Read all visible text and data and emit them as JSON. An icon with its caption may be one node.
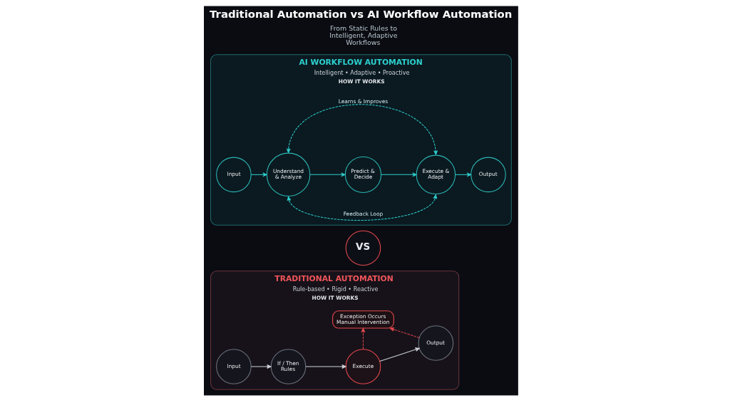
{
  "diagram": {
    "title": "Traditional Automation vs AI Workflow Automation",
    "nodes": [
      {
        "text": [
          "TRADITIONAL AUTOMATION",
          "Rule-based • Rigid • Reactive",
          "HOW IT WORKS"
        ]
      },
      {
        "text": [
          "Input"
        ],
        "in": 0
      },
      {
        "text": [
          "If / Then Rules"
        ],
        "in": 0
      },
      {
        "text": [
          "Execute"
        ],
        "in": 0
      },
      {
        "text": [
          "Output"
        ],
        "in": 0
      },
      {
        "text": [
          "Exception Occurs",
          "Manual Intervention"
        ],
        "in": 0
      },
      {
        "text": [
          "VS"
        ]
      },
      {
        "text": [
          "AI WORKFLOW AUTOMATION",
          "Intelligent • Adaptive • Proactive",
          "HOW IT WORKS"
        ]
      },
      {
        "text": [
          "Input"
        ],
        "in": 7
      },
      {
        "text": [
          "Understand & Analyze"
        ],
        "in": 7
      },
      {
        "text": [
          "Predict & Decide"
        ],
        "in": 7
      },
      {
        "text": [
          "Execute & Adapt"
        ],
        "in": 7
      },
      {
        "text": [
          "Output"
        ],
        "in": 7
      }
    ],
    "edges": [
      {
        "from": 1,
        "to": 2,
        "arrow": "to",
        "color": "#cfd3da"
      },
      {
        "from": 2,
        "to": 3,
        "arrow": "to",
        "color": "#cfd3da"
      },
      {
        "from": 3,
        "to": 4,
        "arrow": "to",
        "color": "#cfd3da"
      },
      {
        "from": 3,
        "to": 5,
        "arrow": "to",
        "style": "dashed",
        "color": "#e5484d"
      },
      {
        "from": 4,
        "to": 5,
        "arrow": "to",
        "style": "dashed",
        "color": "#e5484d"
      },
      {
        "from": 8,
        "to": 9,
        "arrow": "to"
      },
      {
        "from": 9,
        "to": 10,
        "arrow": "to"
      },
      {
        "from": 10,
        "to": 11,
        "arrow": "to"
      },
      {
        "from": 11,
        "to": 12,
        "arrow": "to"
      },
      {
        "from": 9,
        "to": 11,
        "arrow": "both",
        "label": "Learns & Improves",
        "style": "dashed"
      },
      {
        "from": 9,
        "to": 11,
        "arrow": "both",
        "label": "Feedback Loop",
        "style": "dashed"
      }
    ],
    "labels": [
      "From Static Rules to Intelligent, Adaptive Workflows"
    ]
  }
}
